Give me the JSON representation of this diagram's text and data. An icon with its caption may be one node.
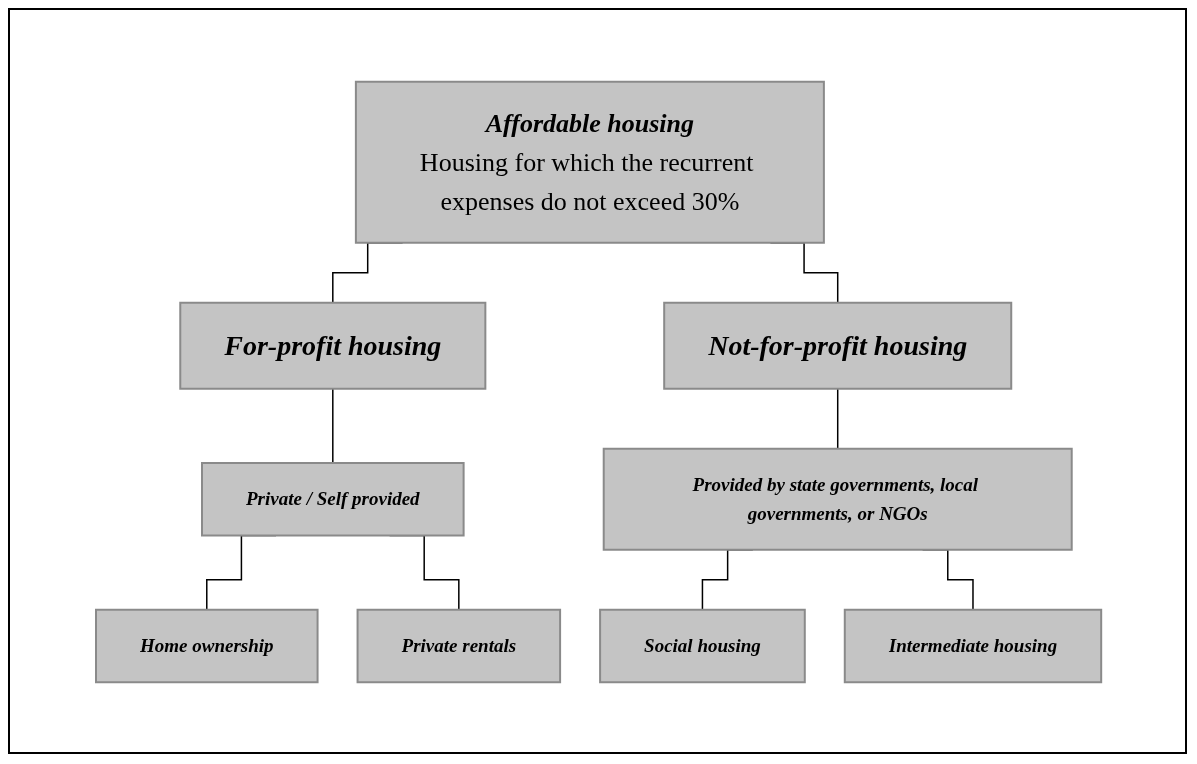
{
  "diagram": {
    "nodes": [
      {
        "text": [
          "Affordable housing",
          "Housing for which the recurrent expenses do not exceed 30%"
        ]
      },
      {
        "text": [
          "For-profit housing"
        ]
      },
      {
        "text": [
          "Not-for-profit housing"
        ]
      },
      {
        "text": [
          "Private / Self provided"
        ]
      },
      {
        "text": [
          "Provided by state governments, local governments, or NGOs"
        ]
      },
      {
        "text": [
          "Home ownership"
        ]
      },
      {
        "text": [
          "Private rentals"
        ]
      },
      {
        "text": [
          "Social housing"
        ]
      },
      {
        "text": [
          "Intermediate housing"
        ]
      }
    ],
    "edges": [
      {
        "from": 0,
        "to": 1,
        "arrow": "none"
      },
      {
        "from": 0,
        "to": 2,
        "arrow": "none"
      },
      {
        "from": 1,
        "to": 3,
        "arrow": "none"
      },
      {
        "from": 2,
        "to": 4,
        "arrow": "none"
      },
      {
        "from": 3,
        "to": 5,
        "arrow": "none"
      },
      {
        "from": 3,
        "to": 6,
        "arrow": "none"
      },
      {
        "from": 4,
        "to": 7,
        "arrow": "none"
      },
      {
        "from": 4,
        "to": 8,
        "arrow": "none"
      }
    ]
  }
}
